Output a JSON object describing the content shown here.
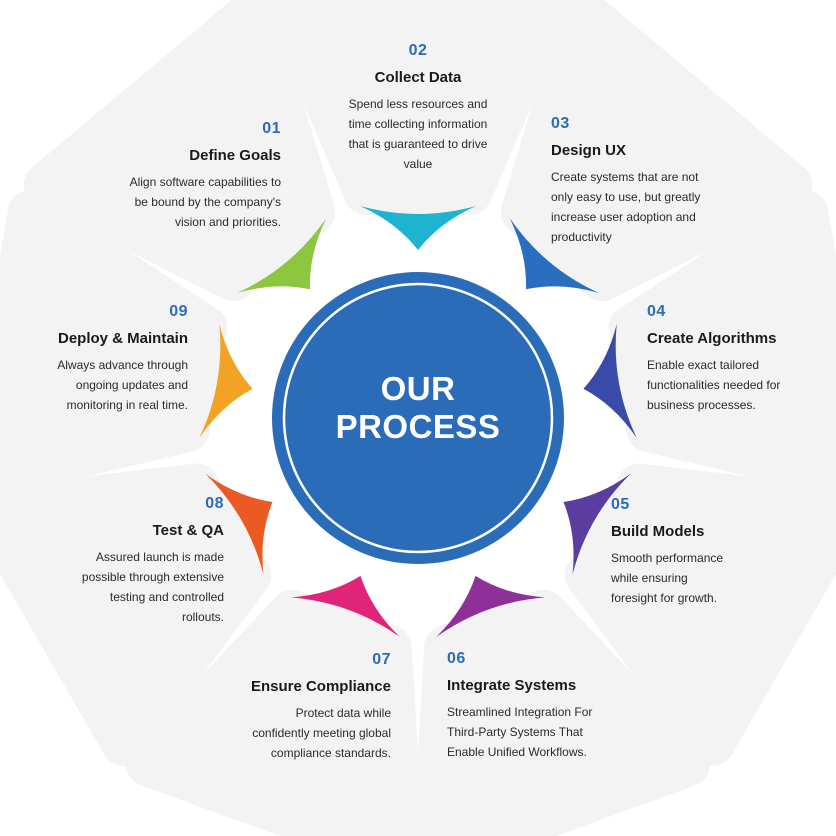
{
  "hub": {
    "line1": "OUR",
    "line2": "PROCESS"
  },
  "colors": {
    "card_bg": "#f3f3f3",
    "hub_fill": "#2b6cb8",
    "hub_ring": "#ffffff",
    "number": "#2b6cb8",
    "text": "#1f1f1f"
  },
  "steps": [
    {
      "number": "01",
      "title": "Define Goals",
      "description": "Align software capabilities to be bound by the company's vision and priorities.",
      "color": "#8dc63f"
    },
    {
      "number": "02",
      "title": "Collect Data",
      "description": "Spend less resources and time collecting information that is guaranteed to drive value",
      "color": "#1fb3d2"
    },
    {
      "number": "03",
      "title": "Design UX",
      "description": "Create systems that are not only easy to use, but greatly increase user adoption and productivity",
      "color": "#2a6fbf"
    },
    {
      "number": "04",
      "title": "Create Algorithms",
      "description": "Enable exact tailored functionalities needed for business processes.",
      "color": "#3a4aa8"
    },
    {
      "number": "05",
      "title": "Build Models",
      "description": "Smooth performance while ensuring foresight for growth.",
      "color": "#5a3d9e"
    },
    {
      "number": "06",
      "title": "Integrate Systems",
      "description": "Streamlined Integration For Third-Party Systems That Enable Unified Workflows.",
      "color": "#8e2f9a"
    },
    {
      "number": "07",
      "title": "Ensure Compliance",
      "description": "Protect data while confidently meeting global compliance standards.",
      "color": "#e0247a"
    },
    {
      "number": "08",
      "title": "Test & QA",
      "description": "Assured launch is made possible through extensive testing and controlled rollouts.",
      "color": "#ec5a24"
    },
    {
      "number": "09",
      "title": "Deploy & Maintain",
      "description": "Always advance through ongoing updates and monitoring in real time.",
      "color": "#f2a324"
    }
  ]
}
